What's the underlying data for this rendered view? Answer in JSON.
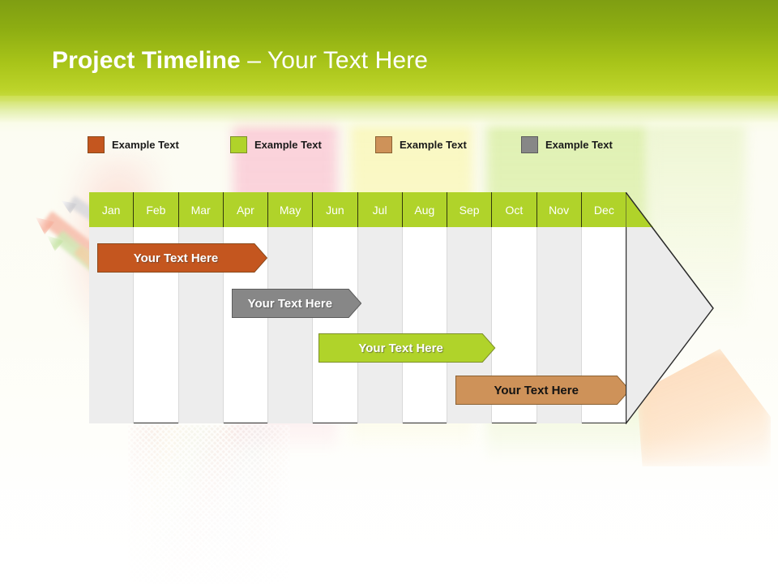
{
  "slide": {
    "title_bold": "Project Timeline",
    "title_rest": " – Your Text Here"
  },
  "legend": {
    "items": [
      {
        "label": "Example Text",
        "color": "#c4561f",
        "border": "#8a4a1c",
        "name": "legend-swatch-orange"
      },
      {
        "label": "Example Text",
        "color": "#b0d32a",
        "border": "#7d8f2a",
        "name": "legend-swatch-green"
      },
      {
        "label": "Example Text",
        "color": "#ce9259",
        "border": "#8a6132",
        "name": "legend-swatch-tan"
      },
      {
        "label": "Example Text",
        "color": "#878787",
        "border": "#5c5c5c",
        "name": "legend-swatch-gray"
      }
    ]
  },
  "chart_data": {
    "type": "bar",
    "title": "Project Timeline – Your Text Here",
    "xlabel": "",
    "ylabel": "",
    "categories": [
      "Jan",
      "Feb",
      "Mar",
      "Apr",
      "May",
      "Jun",
      "Jul",
      "Aug",
      "Sep",
      "Oct",
      "Nov",
      "Dec"
    ],
    "header_color": "#b0d32a",
    "header_text_color": "#ffffff",
    "band_fill": "#ececec",
    "band_outline": "#2b2b2b",
    "alternating_columns": true,
    "legend_position": "top",
    "grid": true,
    "series": [
      {
        "name": "Example Text",
        "label": "Your  Text Here",
        "color": "#c4561f",
        "border": "#8a4a1c",
        "text_color": "#ffffff",
        "start_month": "Jan",
        "end_month": "Apr",
        "start_index": 0,
        "end_index": 3.8
      },
      {
        "name": "Example Text",
        "label": "Your  Text Here",
        "color": "#878787",
        "border": "#5c5c5c",
        "text_color": "#ffffff",
        "start_month": "Apr",
        "end_month": "Jun",
        "start_index": 3.0,
        "end_index": 5.9
      },
      {
        "name": "Example Text",
        "label": "Your  Text Here",
        "color": "#b0d32a",
        "border": "#7d8f2a",
        "text_color": "#ffffff",
        "start_month": "Jun",
        "end_month": "Sep",
        "start_index": 4.95,
        "end_index": 8.9
      },
      {
        "name": "Example Text",
        "label": "Your  Text Here",
        "color": "#ce9259",
        "border": "#8a6132",
        "text_color": "#121212",
        "start_month": "Sep",
        "end_month": "Dec",
        "start_index": 8.0,
        "end_index": 11.9
      }
    ]
  }
}
